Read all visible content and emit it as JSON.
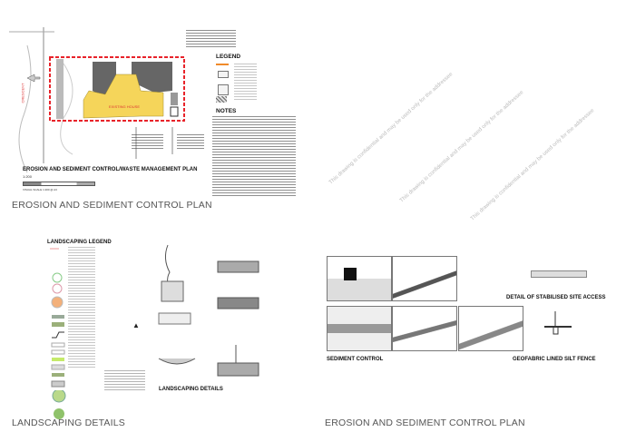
{
  "sheets": [
    {
      "caption": "EROSION AND SEDIMENT CONTROL PLAN",
      "plan_title": "EROSION AND SEDIMENT CONTROL/WASTE MANAGEMENT PLAN",
      "scale": "1:200",
      "visual_scale": "VISUAL SCALE 1:200 @ A3",
      "legend_title": "LEGEND",
      "notes_title": "NOTES",
      "house_label": "EXISTING HOUSE",
      "street_label": "CRESCENT"
    },
    {
      "caption": "LANDSCAPING DETAILS",
      "legend_title": "LANDSCAPING LEGEND",
      "details_title": "LANDSCAPING DETAILS"
    },
    {
      "caption": "EROSION AND SEDIMENT CONTROL PLAN",
      "sediment_title": "SEDIMENT CONTROL",
      "access_title": "DETAIL OF STABILISED SITE ACCESS",
      "fence_title": "GEOFABRIC LINED SILT FENCE"
    }
  ],
  "watermark": "This drawing is confidential and may be used only for the addressee",
  "colors": {
    "boundary": "#e8232a",
    "house": "#f5d55a",
    "roof": "#666666",
    "planting": "#b9d98a"
  }
}
